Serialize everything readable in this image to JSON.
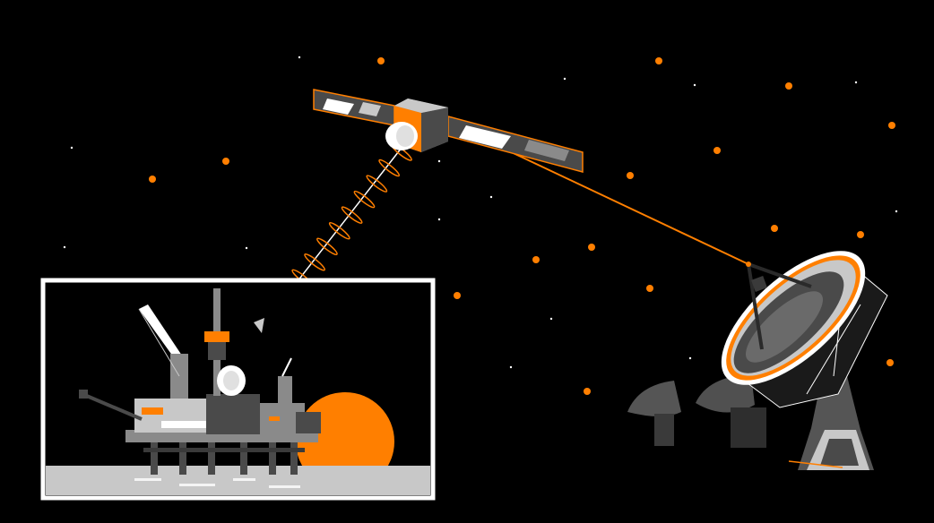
{
  "palette": {
    "background": "#000000",
    "accent": "#ff7f00",
    "white": "#ffffff",
    "light_gray": "#c8c8c8",
    "mid_gray": "#8a8a8a",
    "dark_gray": "#4a4a4a"
  },
  "objects": [
    {
      "name": "satellite",
      "icon": "satellite-icon"
    },
    {
      "name": "ground-dish",
      "icon": "satellite-dish-icon"
    },
    {
      "name": "oil-platform",
      "icon": "oil-rig-icon"
    },
    {
      "name": "setting-sun",
      "icon": "sun-icon"
    }
  ]
}
